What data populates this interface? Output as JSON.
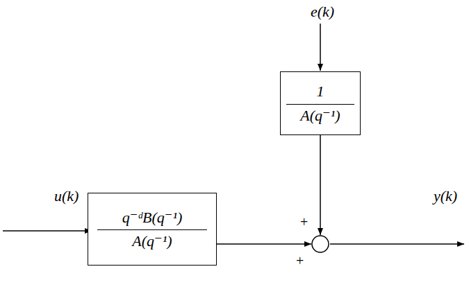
{
  "diagram": {
    "nodes": [
      {
        "text": [
          "1",
          "A(q⁻¹)"
        ]
      },
      {
        "text": [
          "q⁻ᵈB(q⁻¹)",
          "A(q⁻¹)"
        ]
      },
      {
        "text": [
          "+",
          "+"
        ]
      }
    ],
    "edges": [
      {
        "from": 0,
        "to": 2,
        "arrow": "to"
      },
      {
        "from": 1,
        "to": 2,
        "arrow": "to"
      }
    ],
    "labels": [
      "e(k)",
      "u(k)",
      "y(k)"
    ]
  }
}
